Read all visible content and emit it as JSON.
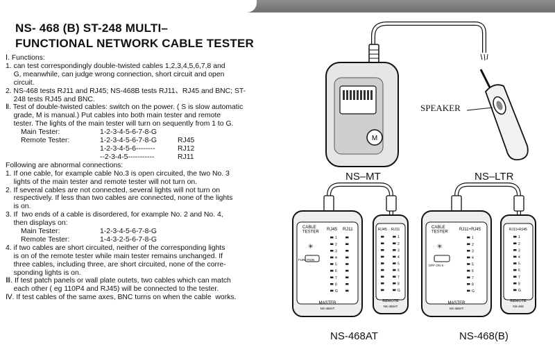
{
  "title": {
    "line1": "NS- 468  (B)  ST-248     MULTI–",
    "line2": "FUNCTIONAL NETWORK CABLE TESTER"
  },
  "body": {
    "p1": "Ⅰ. Functions:",
    "p2": "1. can test correspondingly double-twisted cables 1,2,3,4,5,6,7,8 and\n    G, meanwhile, can judge wrong connection, short circuit and open\n    circuit.",
    "p3": "2. NS-468 tests RJ11 and RJ45; NS-468B tests RJ11、RJ45 and BNC; ST-\n    248 tests RJ45 and BNC.",
    "p4": "Ⅱ. Test of double-twisted cables: switch on the power. ( S is slow automatic\n    grade, M is manual.) Put cables into both main tester and remote\n    tester. The lights of the main tester will turn on sequently from 1 to G.",
    "seq1": [
      {
        "label": "Main Tester:",
        "value": "1-2-3-4-5-6-7-8-G",
        "tag": ""
      },
      {
        "label": "Remote Tester:",
        "value": "1-2-3-4-5-6-7-8-G",
        "tag": "RJ45"
      },
      {
        "label": "",
        "value": "1-2-3-4-5-6--------",
        "tag": "RJ12"
      },
      {
        "label": "",
        "value": "--2-3-4-5-----------",
        "tag": "RJ11"
      }
    ],
    "p5": "Following are abnormal connections:",
    "p6": "1. If one cable, for example cable No.3 is open circuited, the two No. 3\n    lights of the main tester and remote tester will not turn on.",
    "p7": "2. If several cables are not connected, several lights will not turn on\n    respectively. If less than two cables are connected, none of the lights\n    is on.",
    "p8": "3. If  two ends of a cable is disordered, for example No. 2 and No. 4,\n    then displays on:",
    "seq2": [
      {
        "label": "Main Tester:",
        "value": "1-2-3-4-5-6-7-8-G",
        "tag": ""
      },
      {
        "label": "Remote Tester:",
        "value": "1-4-3-2-5-6-7-8-G",
        "tag": ""
      }
    ],
    "p9": "4. if two cables are short circuited, neither of the corresponding lights\n    is on of the remote tester while main tester remains unchanged. If\n    three cables, including three, are short circuited, none of the corre-\n    sponding lights is on.",
    "p10": "Ⅲ. If test patch panels or wall plate outets, two cables which can match\n    each other ( eg 110P4 and RJ45) will be connected to the tester.",
    "p11": "Ⅳ. If test cables of the same axes, BNC turns on when the cable  works."
  },
  "figure": {
    "speaker_label": "SPEAKER",
    "captions": {
      "ns_mt": "NS–MT",
      "ns_ltr": "NS–LTR",
      "ns_468at": "NS-468AT",
      "ns_468b": "NS-468(B)"
    },
    "mt_button": "M",
    "panel_a": {
      "cable_tester": "CABLE\nTESTER",
      "rj45": "RJ45",
      "rj11": "RJ11",
      "func_button": "FUNCTION",
      "master": "MASTER",
      "model": "NS-468AT",
      "remote_rj45": "RJ45",
      "remote_rj11": "RJ11",
      "remote": "REMOTE",
      "remote_model": "NS-468AT"
    },
    "panel_b": {
      "cable_tester": "CABLE\nTESTER",
      "rj": "RJ11+RJ45",
      "switch_label": "OFF ON S",
      "master": "MASTER",
      "model": "NS-468AT",
      "remote_rj": "RJ11+RJ45",
      "remote": "REMOTE",
      "remote_model": "NS-468"
    },
    "led_labels": [
      "1",
      "2",
      "3",
      "4",
      "5",
      "6",
      "7",
      "8",
      "G"
    ]
  }
}
